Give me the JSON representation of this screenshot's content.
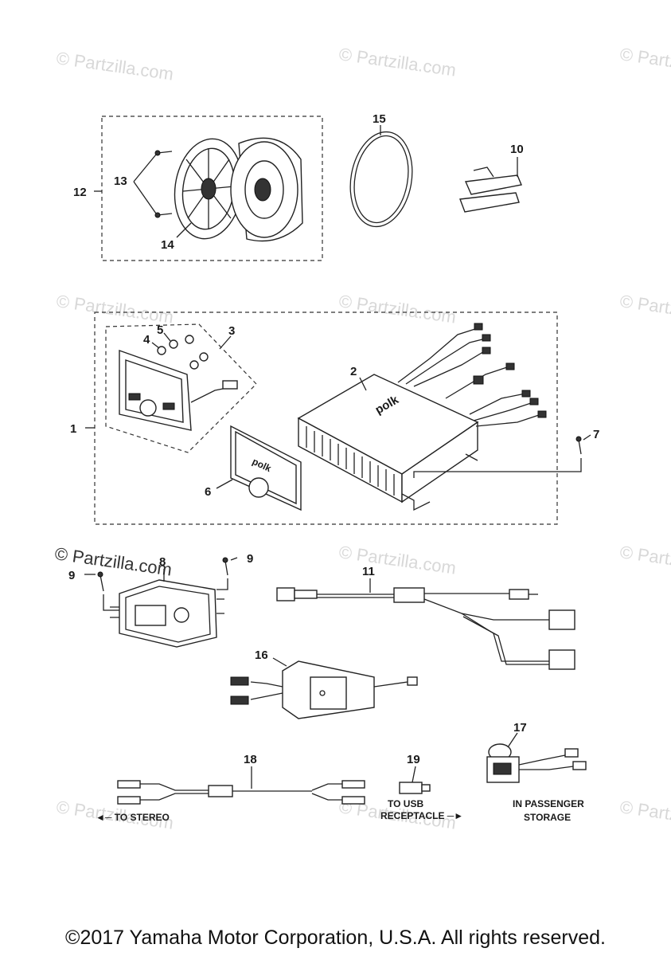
{
  "watermarks": {
    "text": "© Partzilla.com",
    "main_text": "© Partzilla.com"
  },
  "callouts": {
    "c1": "1",
    "c2": "2",
    "c3": "3",
    "c4": "4",
    "c5": "5",
    "c6": "6",
    "c7": "7",
    "c8": "8",
    "c9a": "9",
    "c9b": "9",
    "c10": "10",
    "c11": "11",
    "c12": "12",
    "c13": "13",
    "c14": "14",
    "c15": "15",
    "c16": "16",
    "c17": "17",
    "c18": "18",
    "c19": "19"
  },
  "notes": {
    "to_stereo": "TO STEREO",
    "to_usb_line1": "TO USB",
    "to_usb_line2": "RECEPTACLE",
    "passenger_line1": "IN PASSENGER",
    "passenger_line2": "STORAGE"
  },
  "brand": {
    "polk_amp": "polk",
    "polk_cover": "polk"
  },
  "footer": {
    "copyright": "©2017 Yamaha Motor Corporation, U.S.A. All rights reserved."
  }
}
